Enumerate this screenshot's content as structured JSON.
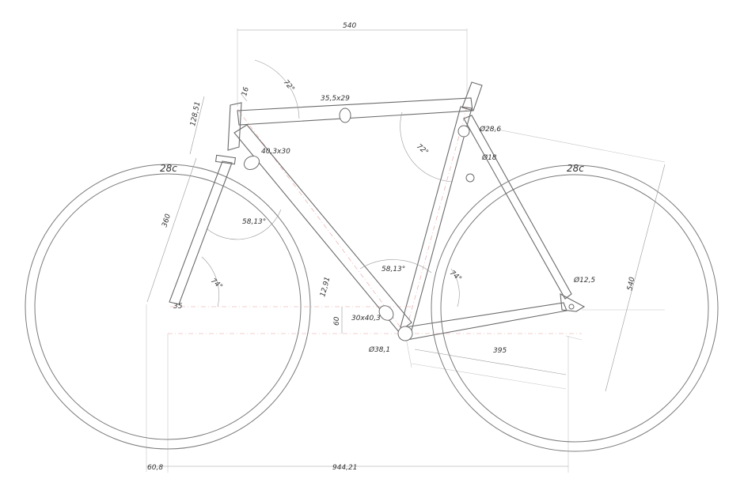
{
  "dimensions": {
    "top_tube_length": "540",
    "top_tube_profile": "35,5x29",
    "head_tube_length": "128,51",
    "head_tube_top": "16",
    "down_tube_profile": "40,3x30",
    "fork_length": "360",
    "head_angle_top": "72°",
    "seat_angle_top": "72°",
    "down_tube_angle": "58,13°",
    "seat_area_angle": "58,13°",
    "head_angle_bottom": "74°",
    "seat_angle_bottom": "74°",
    "seat_tube_diameter": "Ø28,6",
    "seat_stay_diameter": "Ø18",
    "chain_stay_diameter": "Ø12,5",
    "seat_tube_length": "540",
    "bb_tube_label": "12,91",
    "bb_drop": "60",
    "chain_stay_profile": "30x40,3",
    "bb_diameter": "Ø38,1",
    "chain_stay_length": "395",
    "fork_offset_label": "35",
    "trail": "60,8",
    "wheelbase": "944,21",
    "front_tire": "28c",
    "rear_tire": "28c"
  }
}
